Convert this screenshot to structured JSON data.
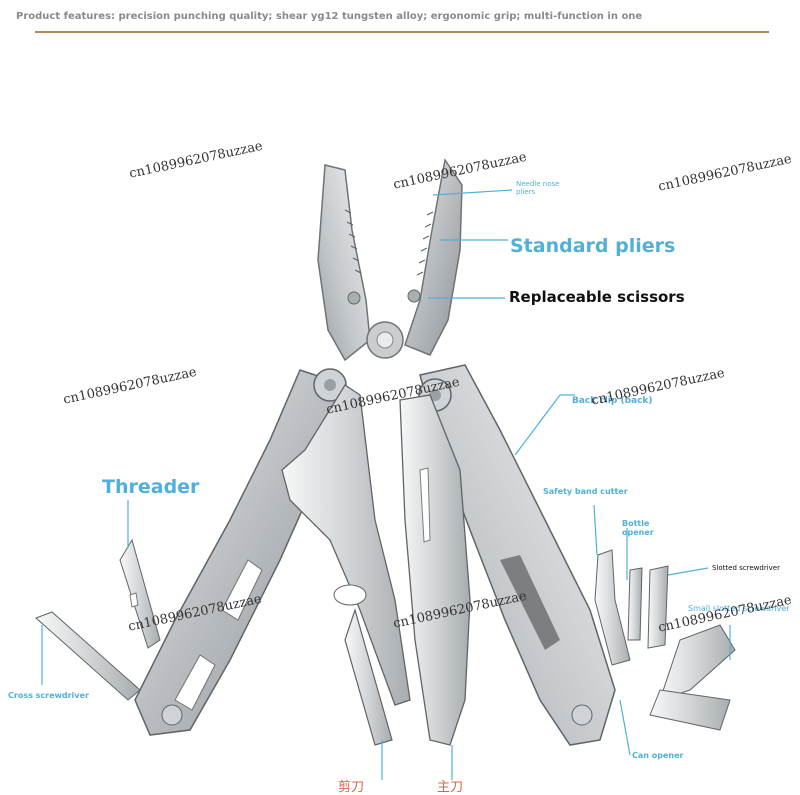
{
  "header": {
    "features": "Product features: precision punching quality; shear yg12 tungsten alloy; ergonomic grip; multi-function in one"
  },
  "labels": {
    "needle_nose": "Needle nose pliers",
    "standard_pliers": "Standard pliers",
    "replaceable_scissors": "Replaceable scissors",
    "back_clip": "Back clip (back)",
    "threader": "Threader",
    "safety_band_cutter": "Safety band cutter",
    "bottle_opener": "Bottle opener",
    "slotted_screwdriver": "Slotted screwdriver",
    "small_slotted_screwdriver": "Small slotted screwdriver",
    "cross_screwdriver": "Cross screwdriver",
    "can_opener": "Can opener",
    "scissors_cn": "剪刀",
    "main_blade_cn": "主刀"
  },
  "watermark": "cn1089962078uzzae",
  "colors": {
    "label_blue": "#4fb0da",
    "header_gray": "#8a8a8a",
    "rule": "#b88a5a",
    "steel_light": "#d9dcde",
    "steel_mid": "#b4b8bb",
    "steel_dark": "#7d8286"
  }
}
